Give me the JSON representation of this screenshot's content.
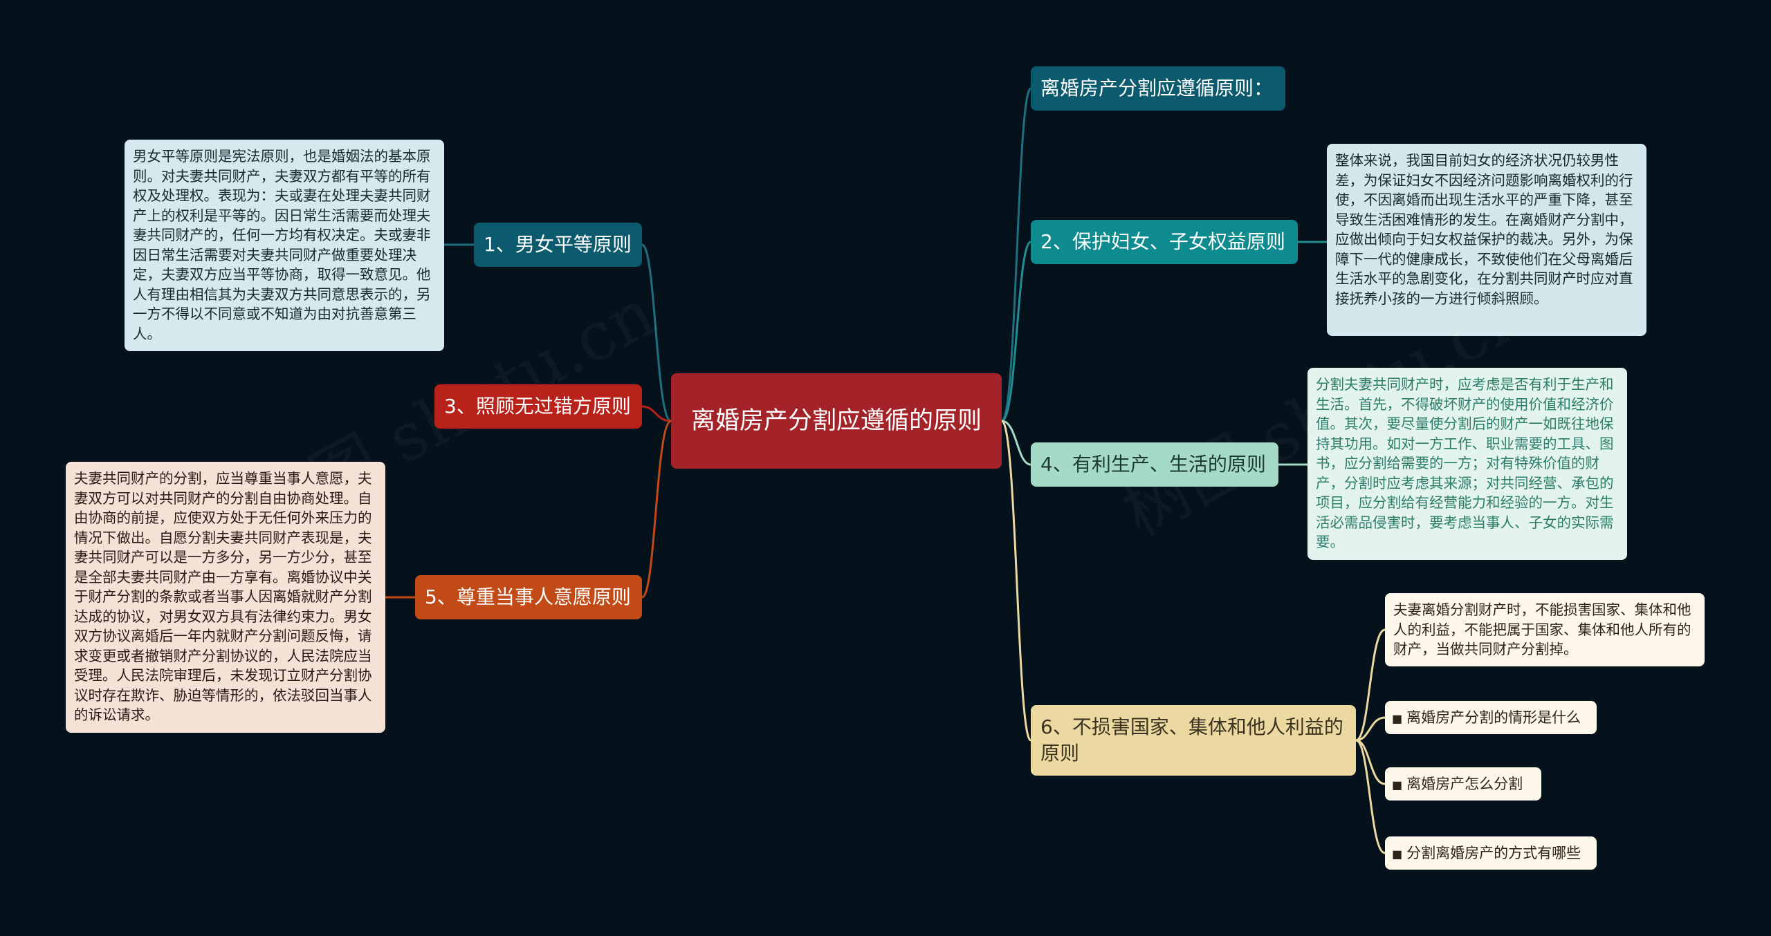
{
  "root": {
    "label": "离婚房产分割应遵循的原则"
  },
  "branches": {
    "title": {
      "label": "离婚房产分割应遵循原则："
    },
    "b1": {
      "label": "1、男女平等原则",
      "desc": "男女平等原则是宪法原则，也是婚姻法的基本原则。对夫妻共同财产，夫妻双方都有平等的所有权及处理权。表现为：夫或妻在处理夫妻共同财产上的权利是平等的。因日常生活需要而处理夫妻共同财产的，任何一方均有权决定。夫或妻非因日常生活需要对夫妻共同财产做重要处理决定，夫妻双方应当平等协商，取得一致意见。他人有理由相信其为夫妻双方共同意思表示的，另一方不得以不同意或不知道为由对抗善意第三人。"
    },
    "b2": {
      "label": "2、保护妇女、子女权益原则",
      "desc": "整体来说，我国目前妇女的经济状况仍较男性差，为保证妇女不因经济问题影响离婚权利的行使，不因离婚而出现生活水平的严重下降，甚至导致生活困难情形的发生。在离婚财产分割中，应做出倾向于妇女权益保护的裁决。另外，为保障下一代的健康成长，不致使他们在父母离婚后生活水平的急剧变化，在分割共同财产时应对直接抚养小孩的一方进行倾斜照顾。"
    },
    "b3": {
      "label": "3、照顾无过错方原则"
    },
    "b4": {
      "label": "4、有利生产、生活的原则",
      "desc": "分割夫妻共同财产时，应考虑是否有利于生产和生活。首先，不得破坏财产的使用价值和经济价值。其次，要尽量使分割后的财产一如既往地保持其功用。如对一方工作、职业需要的工具、图书，应分割给需要的一方；对有特殊价值的财产，分割时应考虑其来源；对共同经营、承包的项目，应分割给有经营能力和经验的一方。对生活必需品侵害时，要考虑当事人、子女的实际需要。"
    },
    "b5": {
      "label": "5、尊重当事人意愿原则",
      "desc": "夫妻共同财产的分割，应当尊重当事人意愿，夫妻双方可以对共同财产的分割自由协商处理。自由协商的前提，应使双方处于无任何外来压力的情况下做出。自愿分割夫妻共同财产表现是，夫妻共同财产可以是一方多分，另一方少分，甚至是全部夫妻共同财产由一方享有。离婚协议中关于财产分割的条款或者当事人因离婚就财产分割达成的协议，对男女双方具有法律约束力。男女双方协议离婚后一年内就财产分割问题反悔，请求变更或者撤销财产分割协议的，人民法院应当受理。人民法院审理后，未发现订立财产分割协议时存在欺诈、胁迫等情形的，依法驳回当事人的诉讼请求。"
    },
    "b6": {
      "label": "6、不损害国家、集体和他人利益的原则",
      "desc": "夫妻离婚分割财产时，不能损害国家、集体和他人的利益，不能把属于国家、集体和他人所有的财产，当做共同财产分割掉。",
      "links": [
        "离婚房产分割的情形是什么",
        "离婚房产怎么分割",
        "分割离婚房产的方式有哪些"
      ]
    }
  },
  "watermark": "树图 shutu.cn",
  "colors": {
    "background": "#06121b",
    "root": "#a32329",
    "line_teal": "#1f6f7f",
    "line_red": "#b8221b",
    "line_orange": "#c24a17",
    "line_mint": "#a5dbc6",
    "line_gold": "#ecd9a2"
  }
}
